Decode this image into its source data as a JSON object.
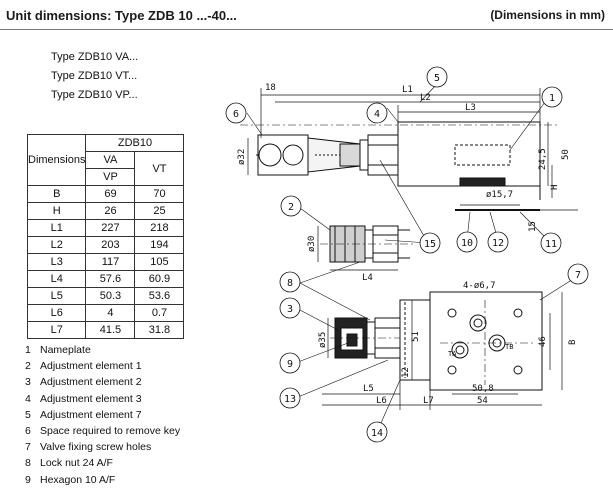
{
  "header": {
    "title": "Unit dimensions: Type ZDB 10 ...-40...",
    "units": "(Dimensions in mm)"
  },
  "types": [
    "Type ZDB10 VA...",
    "Type ZDB10 VT...",
    "Type ZDB10 VP..."
  ],
  "table": {
    "group_header": "ZDB10",
    "row_header": "Dimensions",
    "col1_header": "VA\nVP",
    "col1_line1": "VA",
    "col1_line2": "VP",
    "col2_header": "VT",
    "rows": [
      {
        "label": "B",
        "va_vp": "69",
        "vt": "70"
      },
      {
        "label": "H",
        "va_vp": "26",
        "vt": "25"
      },
      {
        "label": "L1",
        "va_vp": "227",
        "vt": "218"
      },
      {
        "label": "L2",
        "va_vp": "203",
        "vt": "194"
      },
      {
        "label": "L3",
        "va_vp": "117",
        "vt": "105"
      },
      {
        "label": "L4",
        "va_vp": "57.6",
        "vt": "60.9"
      },
      {
        "label": "L5",
        "va_vp": "50.3",
        "vt": "53.6"
      },
      {
        "label": "L6",
        "va_vp": "4",
        "vt": "0.7"
      },
      {
        "label": "L7",
        "va_vp": "41.5",
        "vt": "31.8"
      }
    ]
  },
  "legend": [
    {
      "num": "1",
      "text": "Nameplate"
    },
    {
      "num": "2",
      "text": "Adjustment element 1"
    },
    {
      "num": "3",
      "text": "Adjustment element 2"
    },
    {
      "num": "4",
      "text": "Adjustment element 3"
    },
    {
      "num": "5",
      "text": "Adjustment element 7"
    },
    {
      "num": "6",
      "text": "Space required to remove key"
    },
    {
      "num": "7",
      "text": "Valve fixing screw holes"
    },
    {
      "num": "8",
      "text": "Lock nut 24 A/F"
    },
    {
      "num": "9",
      "text": "Hexagon 10 A/F"
    }
  ],
  "drawing": {
    "dim_labels": {
      "d18": "18",
      "L1": "L1",
      "L2": "L2",
      "L3": "L3",
      "d32": "ø32",
      "d24_5": "24,5",
      "d50": "50",
      "H": "H",
      "d15_7": "ø15,7",
      "d15": "15",
      "d30": "ø30",
      "L4": "L4",
      "holes": "4-ø6,7",
      "d35": "ø35",
      "d51": "51",
      "d46": "46",
      "B": "B",
      "L5": "L5",
      "d12": "12",
      "d50_8": "50,8",
      "L6": "L6",
      "L7": "L7",
      "d54": "54",
      "TA": "TA",
      "TB": "TB"
    },
    "callouts": [
      "1",
      "2",
      "3",
      "4",
      "5",
      "6",
      "7",
      "8",
      "9",
      "10",
      "11",
      "12",
      "13",
      "14",
      "15"
    ]
  },
  "colors": {
    "ink": "#111111",
    "rule": "#777777",
    "background": "#ffffff"
  }
}
